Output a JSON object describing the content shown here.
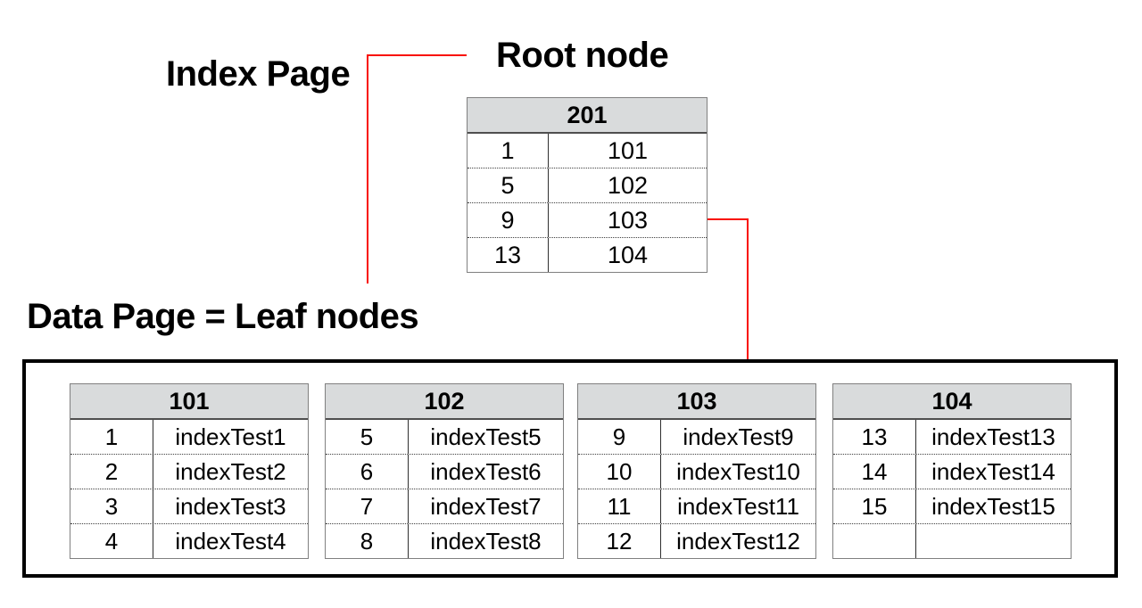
{
  "labels": {
    "index_page": "Index Page",
    "root_node": "Root node",
    "data_page": "Data Page = Leaf nodes"
  },
  "colors": {
    "connector_red": "#f90c00",
    "arrowhead_red": "#e2432d",
    "header_fill": "#d9dbdc",
    "table_border": "#808080",
    "outer_box_border": "#000000"
  },
  "root_table": {
    "header": "201",
    "rows": [
      [
        "1",
        "101"
      ],
      [
        "5",
        "102"
      ],
      [
        "9",
        "103"
      ],
      [
        "13",
        "104"
      ]
    ]
  },
  "leaf_tables": [
    {
      "header": "101",
      "rows": [
        [
          "1",
          "indexTest1"
        ],
        [
          "2",
          "indexTest2"
        ],
        [
          "3",
          "indexTest3"
        ],
        [
          "4",
          "indexTest4"
        ]
      ]
    },
    {
      "header": "102",
      "rows": [
        [
          "5",
          "indexTest5"
        ],
        [
          "6",
          "indexTest6"
        ],
        [
          "7",
          "indexTest7"
        ],
        [
          "8",
          "indexTest8"
        ]
      ]
    },
    {
      "header": "103",
      "rows": [
        [
          "9",
          "indexTest9"
        ],
        [
          "10",
          "indexTest10"
        ],
        [
          "11",
          "indexTest11"
        ],
        [
          "12",
          "indexTest12"
        ]
      ]
    },
    {
      "header": "104",
      "rows": [
        [
          "13",
          "indexTest13"
        ],
        [
          "14",
          "indexTest14"
        ],
        [
          "15",
          "indexTest15"
        ],
        [
          "",
          ""
        ]
      ]
    }
  ]
}
